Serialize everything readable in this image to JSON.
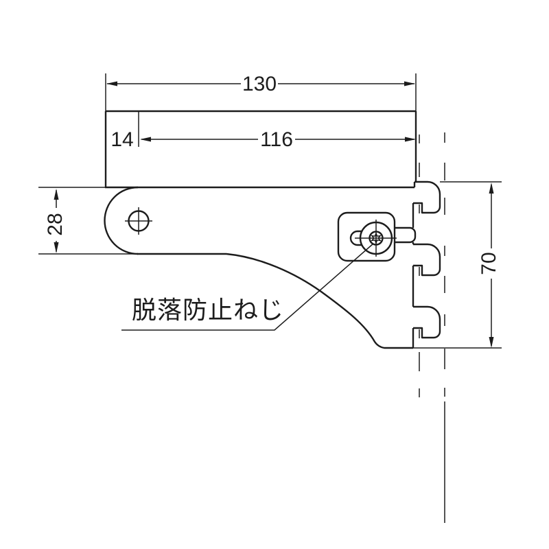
{
  "drawing": {
    "part_label": "脱落防止ねじ",
    "dimensions": {
      "overall_length": "130",
      "slot_length": "116",
      "front_offset": "14",
      "arm_height": "28",
      "bracket_height": "70"
    },
    "colors": {
      "line": "#1c1c1c",
      "background": "#ffffff"
    }
  }
}
